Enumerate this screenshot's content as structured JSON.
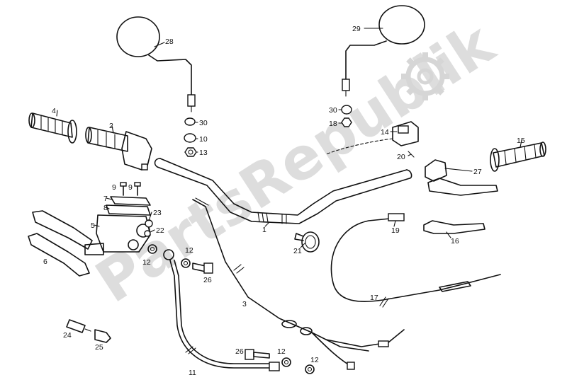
{
  "watermark": {
    "text": "PartsRepublik",
    "color": "#d6d6d6"
  },
  "callouts": [
    {
      "id": "c28",
      "label": "28"
    },
    {
      "id": "c29",
      "label": "29"
    },
    {
      "id": "c4",
      "label": "4"
    },
    {
      "id": "c2",
      "label": "2"
    },
    {
      "id": "c30a",
      "label": "30"
    },
    {
      "id": "c10",
      "label": "10"
    },
    {
      "id": "c13",
      "label": "13"
    },
    {
      "id": "c30b",
      "label": "30"
    },
    {
      "id": "c18",
      "label": "18"
    },
    {
      "id": "c14",
      "label": "14"
    },
    {
      "id": "c20",
      "label": "20"
    },
    {
      "id": "c15",
      "label": "15"
    },
    {
      "id": "c27",
      "label": "27"
    },
    {
      "id": "c9a",
      "label": "9"
    },
    {
      "id": "c9b",
      "label": "9"
    },
    {
      "id": "c7",
      "label": "7"
    },
    {
      "id": "c8",
      "label": "8"
    },
    {
      "id": "c23",
      "label": "23"
    },
    {
      "id": "c5",
      "label": "5"
    },
    {
      "id": "c22",
      "label": "22"
    },
    {
      "id": "c1",
      "label": "1"
    },
    {
      "id": "c19",
      "label": "19"
    },
    {
      "id": "c21",
      "label": "21"
    },
    {
      "id": "c16",
      "label": "16"
    },
    {
      "id": "c6",
      "label": "6"
    },
    {
      "id": "c12a",
      "label": "12"
    },
    {
      "id": "c12b",
      "label": "12"
    },
    {
      "id": "c26a",
      "label": "26"
    },
    {
      "id": "c3",
      "label": "3"
    },
    {
      "id": "c17",
      "label": "17"
    },
    {
      "id": "c24",
      "label": "24"
    },
    {
      "id": "c25",
      "label": "25"
    },
    {
      "id": "c26b",
      "label": "26"
    },
    {
      "id": "c12c",
      "label": "12"
    },
    {
      "id": "c12d",
      "label": "12"
    },
    {
      "id": "c11",
      "label": "11"
    }
  ]
}
